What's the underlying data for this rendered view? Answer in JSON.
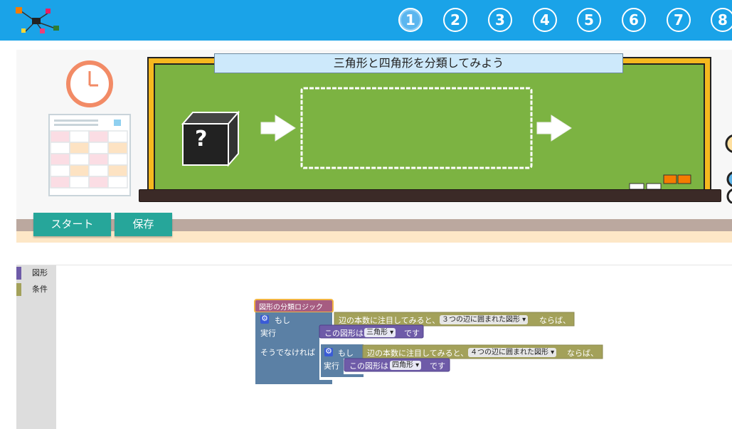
{
  "header": {
    "steps": [
      "1",
      "2",
      "3",
      "4",
      "5",
      "6",
      "7",
      "8"
    ],
    "active_step": "1"
  },
  "stage": {
    "title": "三角形と四角形を分類してみよう",
    "question_mark": "?"
  },
  "buttons": {
    "start": "スタート",
    "save": "保存"
  },
  "toolbox": {
    "categories": [
      {
        "label": "図形",
        "color": "#6e5ba8"
      },
      {
        "label": "条件",
        "color": "#a3a15a"
      }
    ]
  },
  "blocks": {
    "function_name": "図形の分類ロジック",
    "if1_label": "もし",
    "cond1_text": "辺の本数に注目してみると、",
    "cond1_value": "３つの辺に囲まれた図形",
    "cond1_suffix": "ならば、",
    "do1_label": "実行",
    "result1_prefix": "この図形は",
    "result1_value": "三角形",
    "result1_suffix": "です",
    "else_label": "そうでなければ",
    "if2_label": "もし",
    "cond2_text": "辺の本数に注目してみると、",
    "cond2_value": "４つの辺に囲まれた図形",
    "cond2_suffix": "ならば、",
    "do2_label": "実行",
    "result2_prefix": "この図形は",
    "result2_value": "四角形",
    "result2_suffix": "です"
  },
  "colors": {
    "header": "#1aa3e8",
    "board": "#7cb342",
    "button": "#26a69a",
    "logic_block": "#5b80a5",
    "function_block": "#a65c81",
    "condition_block": "#a3a15a",
    "shape_block": "#6e5ba8"
  }
}
